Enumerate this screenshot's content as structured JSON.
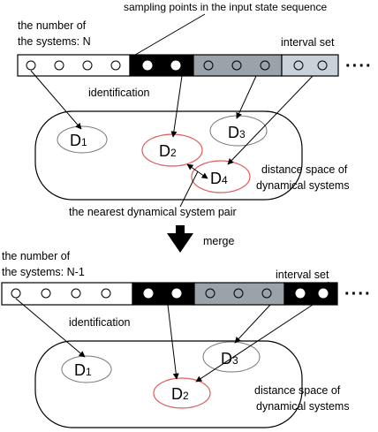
{
  "top": {
    "label_sampling": "sampling points in the input state sequence",
    "label_systems_line1": "the number of",
    "label_systems_line2": "the systems: N",
    "label_interval_set": "interval set",
    "label_identification": "identification",
    "label_distance_line1": "distance space of",
    "label_distance_line2": "dynamical systems",
    "label_nearest_pair": "the nearest dynamical system pair",
    "ellipsis": "····",
    "cells": [
      "open",
      "open",
      "open",
      "open",
      "filled",
      "filled",
      "gray",
      "gray",
      "gray",
      "light",
      "light"
    ],
    "nodes": [
      {
        "letter": "D",
        "sub": "1",
        "ring": "gray"
      },
      {
        "letter": "D",
        "sub": "2",
        "ring": "red"
      },
      {
        "letter": "D",
        "sub": "3",
        "ring": "gray"
      },
      {
        "letter": "D",
        "sub": "4",
        "ring": "red"
      }
    ]
  },
  "merge": {
    "label": "merge"
  },
  "bottom": {
    "label_systems_line1": "the number of",
    "label_systems_line2": "the systems: N-1",
    "label_interval_set": "interval set",
    "label_identification": "identification",
    "label_distance_line1": "distance space of",
    "label_distance_line2": "dynamical systems",
    "ellipsis": "····",
    "cells": [
      "open",
      "open",
      "open",
      "open",
      "filled",
      "filled",
      "gray",
      "gray",
      "gray",
      "filled",
      "filled"
    ],
    "nodes": [
      {
        "letter": "D",
        "sub": "1",
        "ring": "gray"
      },
      {
        "letter": "D",
        "sub": "2",
        "ring": "red"
      },
      {
        "letter": "D",
        "sub": "3",
        "ring": "gray"
      }
    ]
  },
  "colors": {
    "gray_block": "#9aa3aa",
    "light_block": "#c9d2d8",
    "filled_block": "#000000",
    "red_ring": "#e05a5a",
    "gray_ring": "#777777"
  }
}
